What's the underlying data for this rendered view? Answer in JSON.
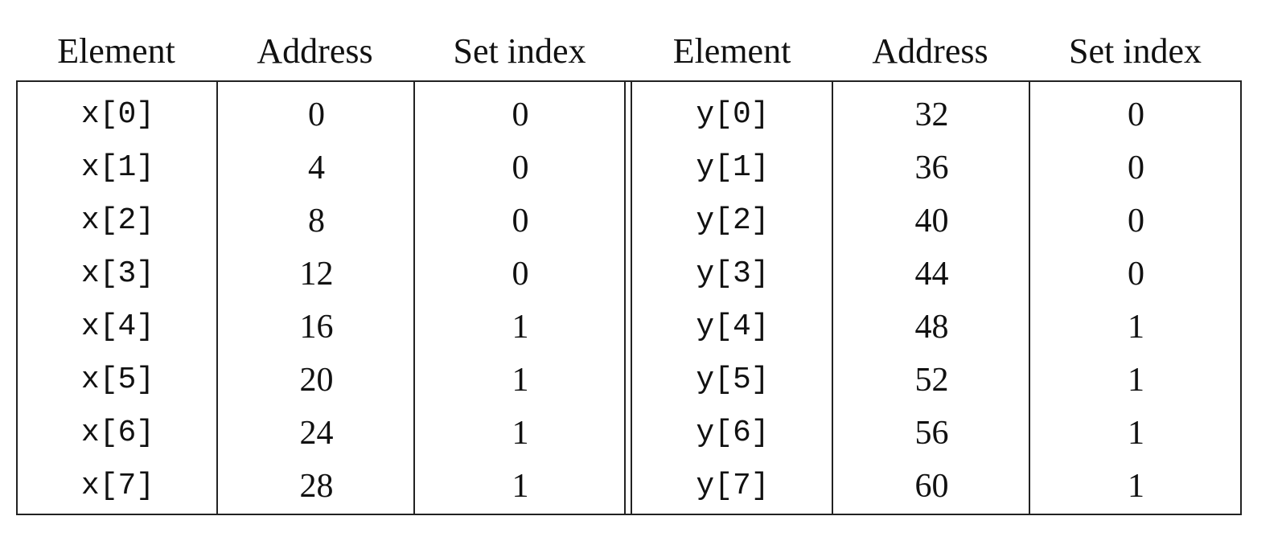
{
  "headers": [
    "Element",
    "Address",
    "Set index",
    "Element",
    "Address",
    "Set index"
  ],
  "rows": [
    [
      "x[0]",
      "0",
      "0",
      "y[0]",
      "32",
      "0"
    ],
    [
      "x[1]",
      "4",
      "0",
      "y[1]",
      "36",
      "0"
    ],
    [
      "x[2]",
      "8",
      "0",
      "y[2]",
      "40",
      "0"
    ],
    [
      "x[3]",
      "12",
      "0",
      "y[3]",
      "44",
      "0"
    ],
    [
      "x[4]",
      "16",
      "1",
      "y[4]",
      "48",
      "1"
    ],
    [
      "x[5]",
      "20",
      "1",
      "y[5]",
      "52",
      "1"
    ],
    [
      "x[6]",
      "24",
      "1",
      "y[6]",
      "56",
      "1"
    ],
    [
      "x[7]",
      "28",
      "1",
      "y[7]",
      "60",
      "1"
    ]
  ]
}
